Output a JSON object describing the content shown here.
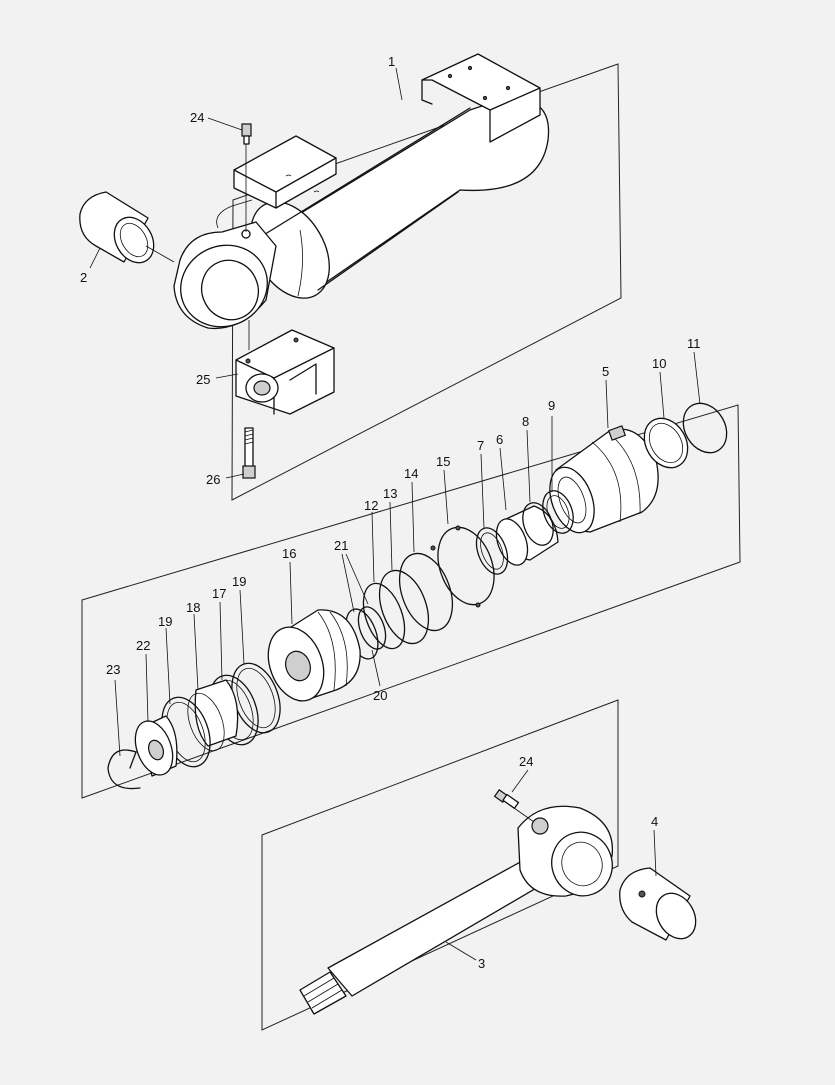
{
  "diagram": {
    "callouts": [
      {
        "id": "c1",
        "text": "1"
      },
      {
        "id": "c2",
        "text": "2"
      },
      {
        "id": "c3",
        "text": "3"
      },
      {
        "id": "c4",
        "text": "4"
      },
      {
        "id": "c5",
        "text": "5"
      },
      {
        "id": "c6",
        "text": "6"
      },
      {
        "id": "c7",
        "text": "7"
      },
      {
        "id": "c8",
        "text": "8"
      },
      {
        "id": "c9",
        "text": "9"
      },
      {
        "id": "c10",
        "text": "10"
      },
      {
        "id": "c11",
        "text": "11"
      },
      {
        "id": "c12",
        "text": "12"
      },
      {
        "id": "c13",
        "text": "13"
      },
      {
        "id": "c14",
        "text": "14"
      },
      {
        "id": "c15",
        "text": "15"
      },
      {
        "id": "c16",
        "text": "16"
      },
      {
        "id": "c17",
        "text": "17"
      },
      {
        "id": "c18",
        "text": "18"
      },
      {
        "id": "c19a",
        "text": "19"
      },
      {
        "id": "c19b",
        "text": "19"
      },
      {
        "id": "c20",
        "text": "20"
      },
      {
        "id": "c21",
        "text": "21"
      },
      {
        "id": "c22",
        "text": "22"
      },
      {
        "id": "c23",
        "text": "23"
      },
      {
        "id": "c24a",
        "text": "24"
      },
      {
        "id": "c24b",
        "text": "24"
      },
      {
        "id": "c25",
        "text": "25"
      },
      {
        "id": "c26",
        "text": "26"
      }
    ]
  }
}
